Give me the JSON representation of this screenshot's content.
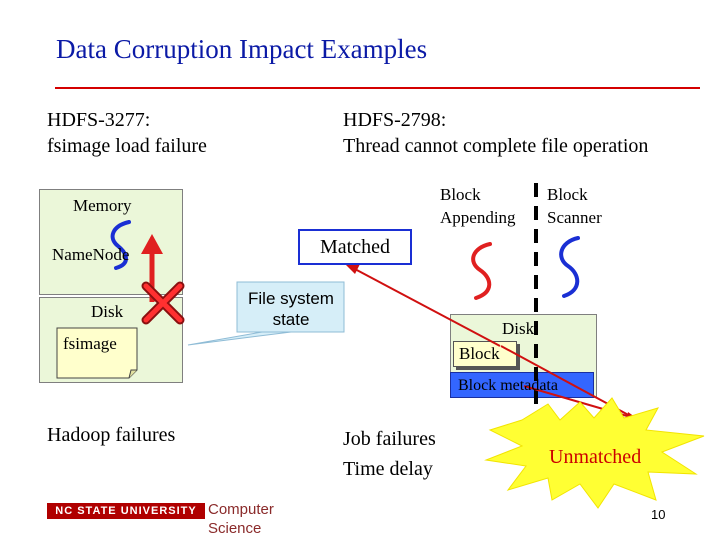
{
  "slide": {
    "title": "Data Corruption Impact Examples",
    "page_number": "10"
  },
  "case_left": {
    "id": "HDFS-3277:",
    "desc": "fsimage load failure",
    "memory_label": "Memory",
    "namenode_label": "NameNode",
    "disk_label": "Disk",
    "fsimage_label": "fsimage",
    "callout": "File system state",
    "outcome": "Hadoop failures"
  },
  "case_right": {
    "id": "HDFS-2798:",
    "desc": "Thread cannot complete file operation",
    "thread1": "Block Appending",
    "thread2": "Block Scanner",
    "matched_label": "Matched",
    "disk_label": "Disk",
    "block_label": "Block",
    "metadata_label": "Block metadata",
    "outcome_line1": "Job failures",
    "outcome_line2": "Time delay",
    "unmatched_label": "Unmatched"
  },
  "footer": {
    "university": "NC STATE UNIVERSITY",
    "dept_line1": "Computer",
    "dept_line2": "Science"
  },
  "colors": {
    "title": "#0b1aa6",
    "rule": "#d40000",
    "panel_green": "#ebf7d9",
    "thread_blue": "#1a2fd4",
    "error_red": "#e02020",
    "block_yellow": "#ffffcc",
    "metadata_blue": "#3366ff",
    "burst_yellow": "#ffff33"
  },
  "icons": [
    "red-up-arrow-icon",
    "red-x-icon",
    "squiggle-thread-icon",
    "starburst-icon"
  ]
}
